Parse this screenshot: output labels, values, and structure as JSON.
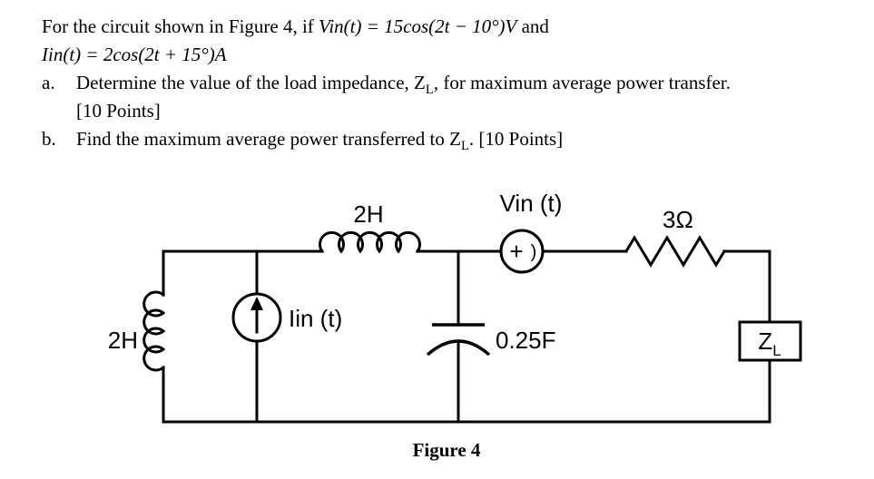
{
  "problem": {
    "line1_pre": "For the circuit shown in Figure 4, if ",
    "line1_math": "Vin(t) = 15cos(2t − 10°)V",
    "line1_post": " and",
    "line2_math": "Iin(t) = 2cos(2t + 15°)A",
    "item_a_label": "a.",
    "item_a_pre": "Determine the value of the load impedance, Z",
    "item_a_sub": "L",
    "item_a_post": ", for maximum average power transfer.",
    "item_a_points": "[10 Points]",
    "item_b_label": "b.",
    "item_b_pre": "Find the maximum average power transferred to Z",
    "item_b_sub": "L",
    "item_b_post": ". [10 Points]"
  },
  "circuit": {
    "top_inductor_label": "2H",
    "left_inductor_label": "2H",
    "current_source_label": "Iin (t)",
    "voltage_source_label": "Vin (t)",
    "voltage_source_plus": "+",
    "voltage_source_mark": ")",
    "resistor_label": "3Ω",
    "capacitor_label": "0.25F",
    "load_main": "Z",
    "load_sub": "L",
    "caption": "Figure 4"
  }
}
